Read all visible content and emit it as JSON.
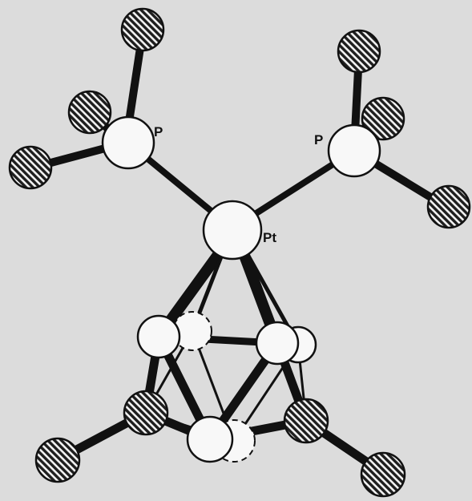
{
  "figure": {
    "background_color": "#dcdcdc",
    "bond_color": "#111111",
    "light_atom_fill": "#f8f8f8",
    "dark_atom_fill": "#333333",
    "labels": {
      "p_left": "P",
      "p_right": "P",
      "pt": "Pt"
    }
  }
}
